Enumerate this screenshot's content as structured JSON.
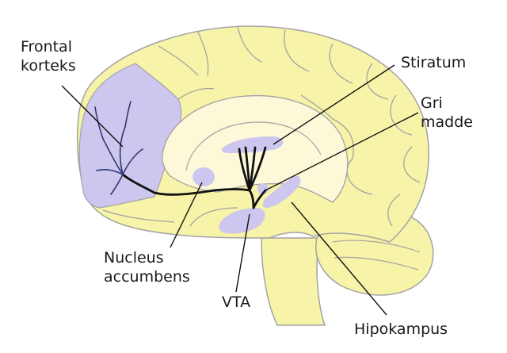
{
  "colors": {
    "brain_fill": "#f7f3a8",
    "brain_outline": "#a3a3a3",
    "inner_fill": "#fcf8d8",
    "highlight_region": "#cdc6ef",
    "pathway": "#111111",
    "label_text": "#1a1a1a"
  },
  "labels": {
    "frontal_cortex": [
      "Frontal",
      "korteks"
    ],
    "striatum": "Stiratum",
    "gray_matter": [
      "Gri",
      "madde"
    ],
    "nucleus_accumbens": [
      "Nucleus",
      "accumbens"
    ],
    "vta": "VTA",
    "hippocampus": "Hipokampus"
  }
}
